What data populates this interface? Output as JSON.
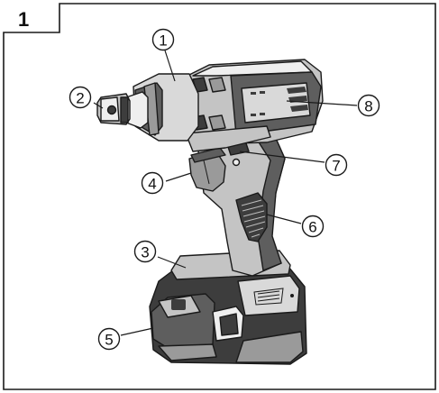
{
  "figure": {
    "number": "1",
    "callouts": [
      {
        "label": "1"
      },
      {
        "label": "2"
      },
      {
        "label": "3"
      },
      {
        "label": "4"
      },
      {
        "label": "5"
      },
      {
        "label": "6"
      },
      {
        "label": "7"
      },
      {
        "label": "8"
      }
    ]
  }
}
